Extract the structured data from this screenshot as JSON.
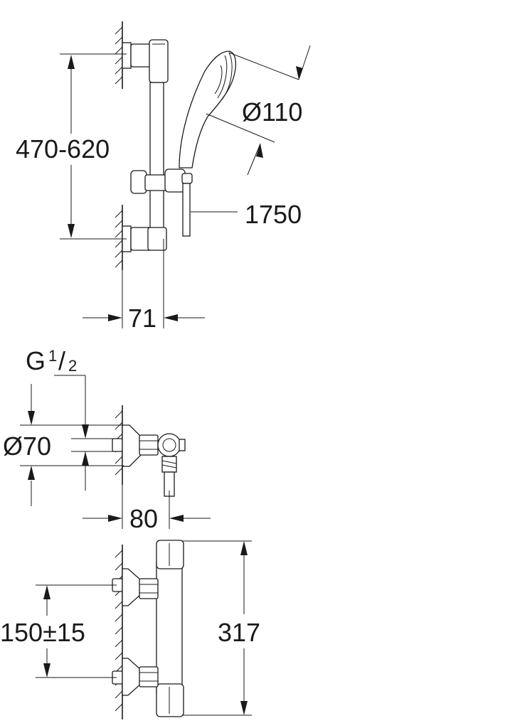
{
  "views": {
    "shower_set": {
      "rail_height_range": "470-620",
      "handshower_diameter": "Ø110",
      "hose_length": "1750",
      "wall_projection": "71"
    },
    "thermostat_top": {
      "thread_prefix": "G",
      "thread_numerator": "1",
      "thread_slash": "/",
      "thread_denominator": "2",
      "escutcheon_diameter": "Ø70",
      "wall_projection": "80"
    },
    "thermostat_front": {
      "inlet_centers": "150±15",
      "body_length": "317"
    }
  },
  "colors": {
    "line": "#1a1a1a",
    "background": "#ffffff"
  }
}
